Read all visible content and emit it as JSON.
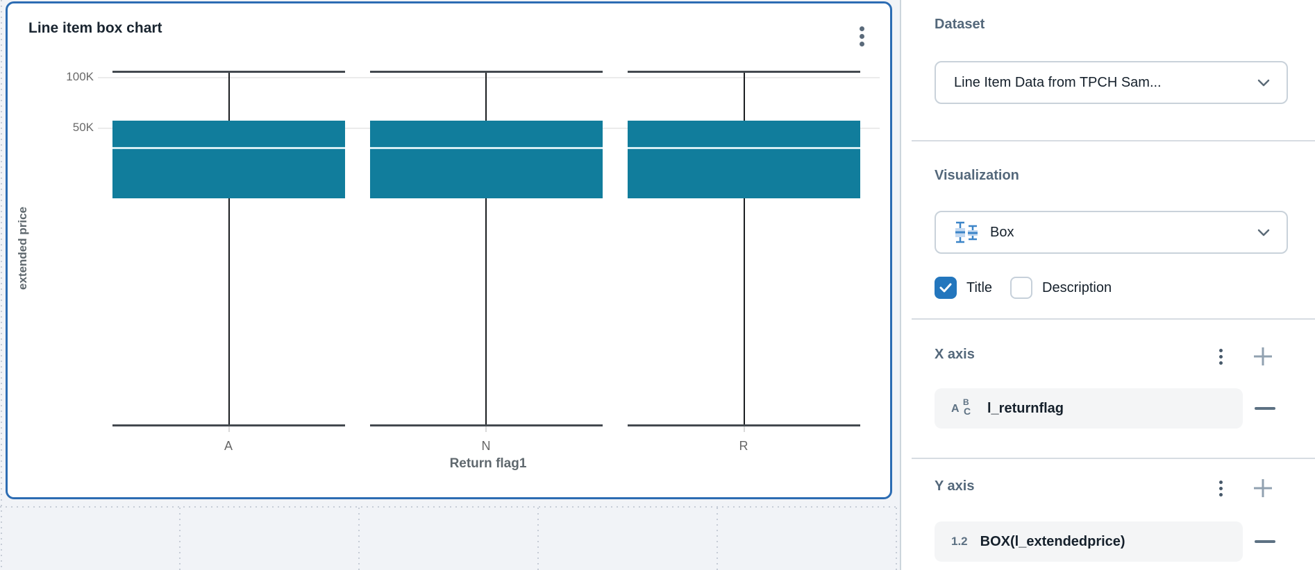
{
  "card": {
    "title": "Line item box chart",
    "menu_icon": "kebab-vertical-icon"
  },
  "chart_data": {
    "type": "box",
    "title": "Line item box chart",
    "xlabel": "Return flag1",
    "ylabel": "extended price",
    "categories": [
      "A",
      "N",
      "R"
    ],
    "y_scale": "log",
    "yticks": [
      {
        "label": "100K",
        "value": 100000
      },
      {
        "label": "50K",
        "value": 50000
      }
    ],
    "series": [
      {
        "category": "A",
        "min": 860,
        "q1": 19000,
        "median": 38000,
        "q3": 55000,
        "max": 108000
      },
      {
        "category": "N",
        "min": 860,
        "q1": 19000,
        "median": 38000,
        "q3": 55000,
        "max": 108000
      },
      {
        "category": "R",
        "min": 860,
        "q1": 19000,
        "median": 38000,
        "q3": 55000,
        "max": 108000
      }
    ],
    "grid": "horizontal",
    "legend": "none",
    "colors": {
      "box_fill": "#117d9c",
      "median_line": "#d6edf3",
      "whisker": "#1a1d20",
      "whisker_cap": "#43494f",
      "gridline": "#ebebeb"
    }
  },
  "panel": {
    "dataset": {
      "heading": "Dataset",
      "selected": "Line Item Data from TPCH Sam..."
    },
    "visualization": {
      "heading": "Visualization",
      "selected": "Box",
      "icon": "box-plot-icon"
    },
    "options": {
      "title_label": "Title",
      "title_checked": true,
      "description_label": "Description",
      "description_checked": false
    },
    "x_axis": {
      "heading": "X axis",
      "fields": [
        {
          "type_icon": "ABC",
          "type": "text",
          "name": "l_returnflag"
        }
      ]
    },
    "y_axis": {
      "heading": "Y axis",
      "fields": [
        {
          "type_icon": "1.2",
          "type": "number",
          "name": "BOX(l_extendedprice)"
        }
      ]
    }
  },
  "colors": {
    "accent_blue": "#2c6cb3",
    "checkbox_blue": "#2376bd",
    "heading_gray": "#54687b"
  }
}
